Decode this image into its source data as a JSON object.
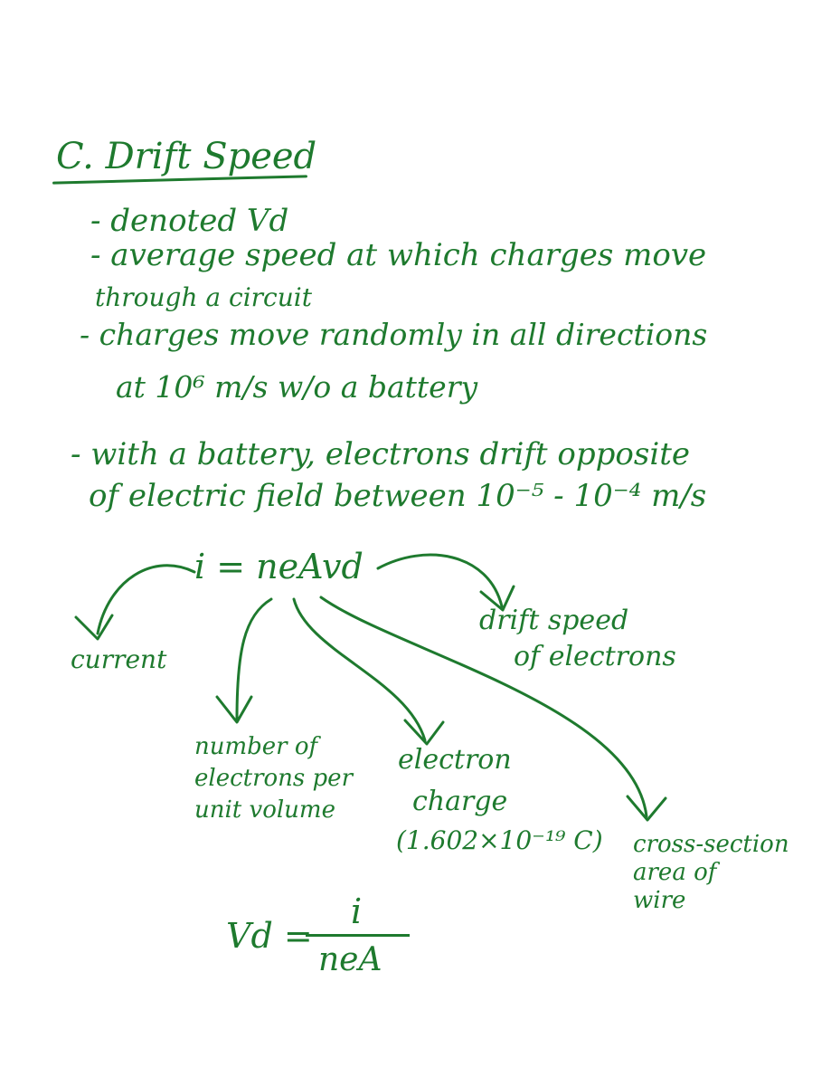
{
  "color": "#1e7a2e",
  "title": "C. Drift Speed",
  "bullets": [
    "- denoted Vd",
    "- average speed at which charges move",
    "through a circuit",
    "- charges move randomly in all directions",
    "at 10⁶ m/s w/o a battery",
    "- with a battery, electrons drift opposite",
    "of electric field between 10⁻⁵ - 10⁻⁴ m/s"
  ],
  "equation": "i = neAvd",
  "labels": {
    "current": "current",
    "drift_1": "drift speed",
    "drift_2": "of electrons",
    "number": [
      "number of",
      "electrons per",
      "unit volume"
    ],
    "charge_1": "electron",
    "charge_2": "charge",
    "charge_3": "(1.602×10⁻¹⁹ C)",
    "area": [
      "cross-section",
      "area of",
      "wire"
    ]
  },
  "formula": {
    "lhs": "Vd =",
    "numerator": "i",
    "denominator": "neA"
  },
  "icons": [
    "arrow-icon"
  ]
}
